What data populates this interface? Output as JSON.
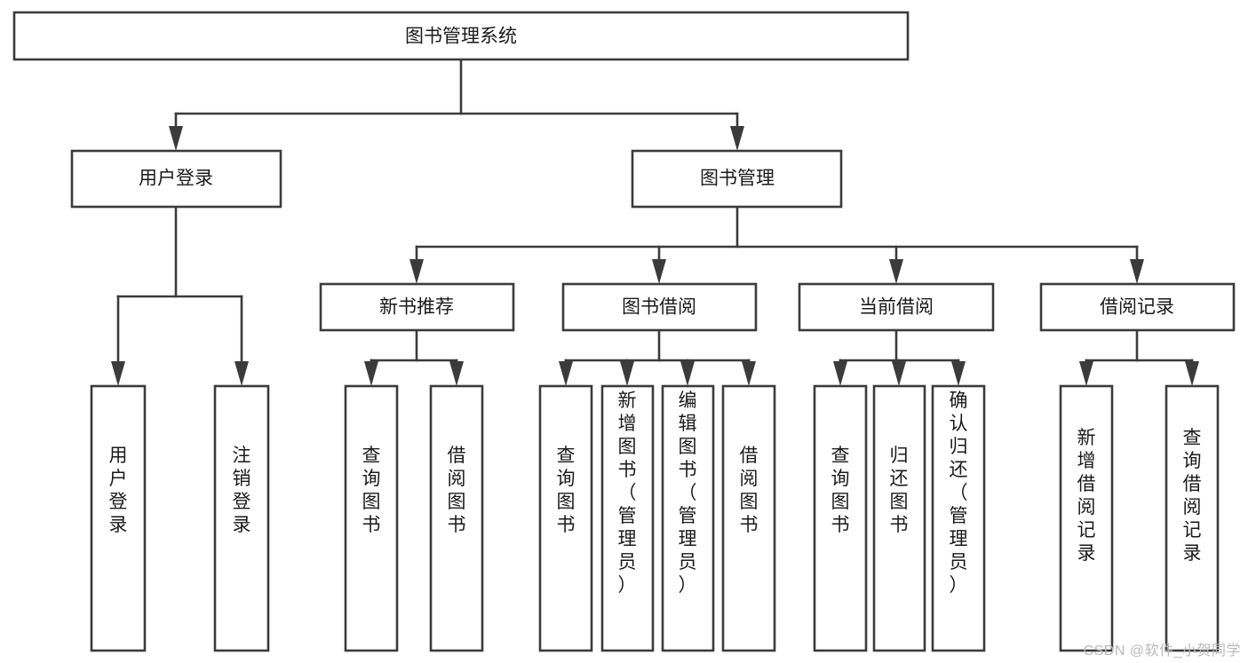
{
  "diagram": {
    "title": "图书管理系统",
    "type": "tree-hierarchy-chart",
    "watermark": "CSDN @软件_小贺同学",
    "colors": {
      "box_fill": "#ffffff",
      "box_stroke": "#3b3b3b",
      "text": "#1a1a1a",
      "watermark": "#b9b9b9",
      "background": "#ffffff"
    },
    "root": {
      "label": "图书管理系统"
    },
    "level2": [
      {
        "label": "用户登录"
      },
      {
        "label": "图书管理"
      }
    ],
    "level3": [
      {
        "label": "新书推荐"
      },
      {
        "label": "图书借阅"
      },
      {
        "label": "当前借阅"
      },
      {
        "label": "借阅记录"
      }
    ],
    "leaves": {
      "user_login": [
        {
          "label": "用户登录"
        },
        {
          "label": "注销登录"
        }
      ],
      "new_book_recommend": [
        {
          "label": "查询图书"
        },
        {
          "label": "借阅图书"
        }
      ],
      "book_borrow": [
        {
          "label": "查询图书"
        },
        {
          "label": "新增图书（管理员）"
        },
        {
          "label": "编辑图书（管理员）"
        },
        {
          "label": "借阅图书"
        }
      ],
      "current_borrow": [
        {
          "label": "查询图书"
        },
        {
          "label": "归还图书"
        },
        {
          "label": "确认归还（管理员）"
        }
      ],
      "borrow_record": [
        {
          "label": "新增借阅记录"
        },
        {
          "label": "查询借阅记录"
        }
      ]
    }
  }
}
